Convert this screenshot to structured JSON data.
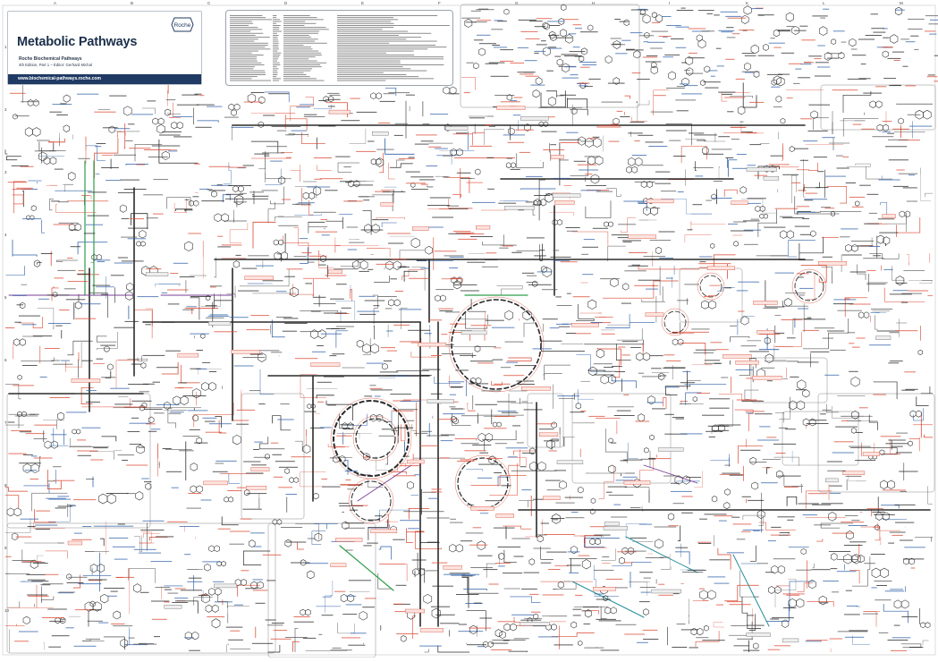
{
  "title": {
    "main": "Metabolic Pathways",
    "subtitle": "Roche Biochemical Pathways",
    "edition": "4th Edition, Part 1 – Editor: Gerhard Michal",
    "url": "www.biochemical-pathways.roche.com"
  },
  "logo": {
    "text": "Roche",
    "icon": "roche-hexagon-logo"
  },
  "grid": {
    "columns": [
      "A",
      "B",
      "C",
      "D",
      "E",
      "F",
      "G",
      "H",
      "I",
      "K",
      "L",
      "M"
    ],
    "rows": [
      "1",
      "2",
      "3",
      "4",
      "5",
      "6",
      "7",
      "8",
      "9",
      "10"
    ]
  },
  "colors": {
    "pathway_black": "#2b2b2b",
    "enzyme_red": "#d9452f",
    "enzyme_blue": "#2d5fa8",
    "green_link": "#2f9e4a",
    "teal_link": "#2a8f9a",
    "purple_link": "#7a3d96",
    "title_navy": "#1f3a63"
  }
}
